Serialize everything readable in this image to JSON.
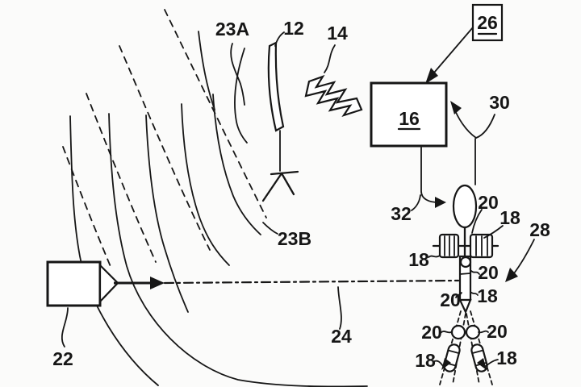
{
  "figure": {
    "kind": "patent-line-drawing",
    "background": "#fbfbfa",
    "ink": "#161616"
  },
  "labels": {
    "solid_wavefront": "23A",
    "reflector_plate": "12",
    "noise_source": "14",
    "callout_box": "26",
    "processor_box": "16",
    "person_pointer": "30",
    "head_pointer": "32",
    "beam_axis": "24",
    "transducer": "22",
    "dashed_wavefront": "23B",
    "body_pointer": "28",
    "sensor": "18",
    "site": "20"
  }
}
